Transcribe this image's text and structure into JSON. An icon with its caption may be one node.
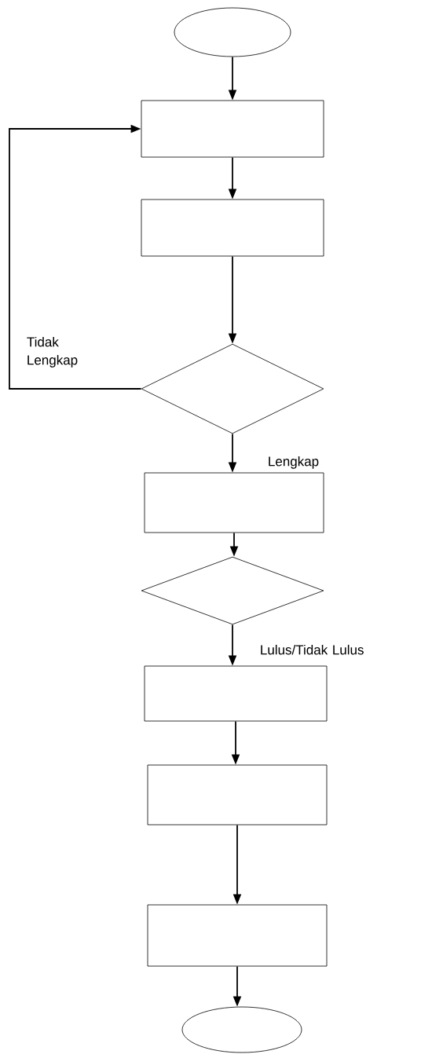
{
  "diagram": {
    "nodes": [
      {
        "text": [],
        "shape": "ellipse"
      },
      {
        "text": [],
        "shape": "box"
      },
      {
        "text": [],
        "shape": "box"
      },
      {
        "text": [],
        "shape": "diamond"
      },
      {
        "text": [],
        "shape": "box"
      },
      {
        "text": [],
        "shape": "diamond"
      },
      {
        "text": [],
        "shape": "box"
      },
      {
        "text": [],
        "shape": "box"
      },
      {
        "text": [],
        "shape": "box"
      },
      {
        "text": [],
        "shape": "ellipse"
      }
    ],
    "edges": [
      {
        "from": 0,
        "to": 1,
        "arrow": "to"
      },
      {
        "from": 1,
        "to": 2,
        "arrow": "to"
      },
      {
        "from": 2,
        "to": 3,
        "arrow": "to"
      },
      {
        "from": 3,
        "to": 1,
        "arrow": "to",
        "label": "Tidak Lengkap"
      },
      {
        "from": 3,
        "to": 4,
        "arrow": "to",
        "label": "Lengkap"
      },
      {
        "from": 4,
        "to": 5,
        "arrow": "to"
      },
      {
        "from": 5,
        "to": 6,
        "arrow": "to",
        "label": "Lulus/Tidak Lulus"
      },
      {
        "from": 6,
        "to": 7,
        "arrow": "to"
      },
      {
        "from": 7,
        "to": 8,
        "arrow": "to"
      },
      {
        "from": 8,
        "to": 9,
        "arrow": "to"
      }
    ]
  }
}
